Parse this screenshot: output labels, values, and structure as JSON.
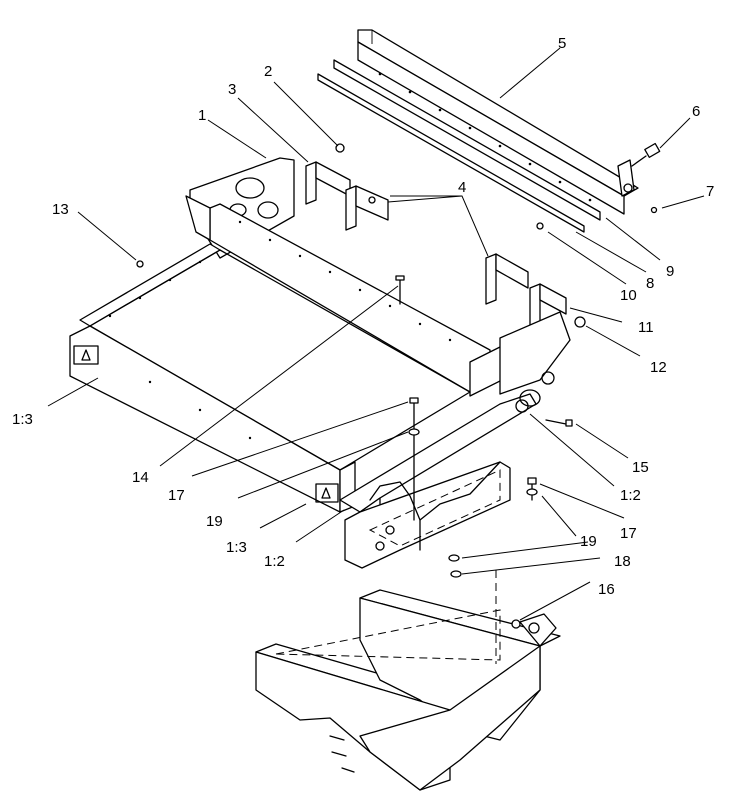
{
  "callouts": [
    {
      "id": "c1",
      "text": "1"
    },
    {
      "id": "c2",
      "text": "2"
    },
    {
      "id": "c3",
      "text": "3"
    },
    {
      "id": "c4",
      "text": "4"
    },
    {
      "id": "c5",
      "text": "5"
    },
    {
      "id": "c6",
      "text": "6"
    },
    {
      "id": "c7",
      "text": "7"
    },
    {
      "id": "c8",
      "text": "8"
    },
    {
      "id": "c9",
      "text": "9"
    },
    {
      "id": "c10",
      "text": "10"
    },
    {
      "id": "c11",
      "text": "11"
    },
    {
      "id": "c12",
      "text": "12"
    },
    {
      "id": "c13",
      "text": "13"
    },
    {
      "id": "c14",
      "text": "14"
    },
    {
      "id": "c15",
      "text": "15"
    },
    {
      "id": "c16",
      "text": "16"
    },
    {
      "id": "c17a",
      "text": "17"
    },
    {
      "id": "c17b",
      "text": "17"
    },
    {
      "id": "c18",
      "text": "18"
    },
    {
      "id": "c19a",
      "text": "19"
    },
    {
      "id": "c19b",
      "text": "19"
    },
    {
      "id": "c13a",
      "text": "1:3"
    },
    {
      "id": "c13b",
      "text": "1:3"
    },
    {
      "id": "c12a",
      "text": "1:2"
    },
    {
      "id": "c12b",
      "text": "1:2"
    }
  ]
}
